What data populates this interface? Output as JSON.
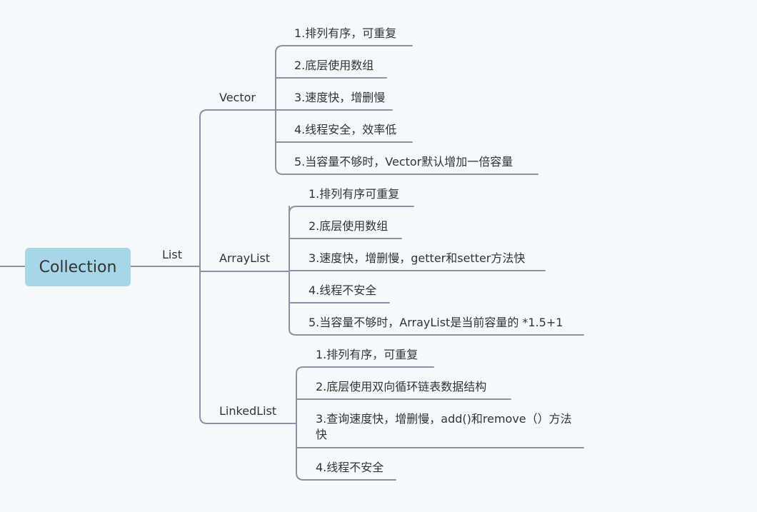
{
  "root": {
    "label": "Collection"
  },
  "level1": {
    "label": "List"
  },
  "branches": [
    {
      "label": "Vector",
      "items": [
        "1.排列有序，可重复",
        "2.底层使用数组",
        "3.速度快，增删慢",
        "4.线程安全，效率低",
        "5.当容量不够时，Vector默认增加一倍容量"
      ]
    },
    {
      "label": "ArrayList",
      "items": [
        "1.排列有序可重复",
        "2.底层使用数组",
        "3.速度快，增删慢，getter和setter方法快",
        "4.线程不安全",
        "5.当容量不够时，ArrayList是当前容量的 *1.5+1"
      ]
    },
    {
      "label": "LinkedList",
      "items": [
        "1.排列有序，可重复",
        "2.底层使用双向循环链表数据结构",
        "3.查询速度快，增删慢，add()和remove（）方法快",
        "4.线程不安全"
      ]
    }
  ]
}
